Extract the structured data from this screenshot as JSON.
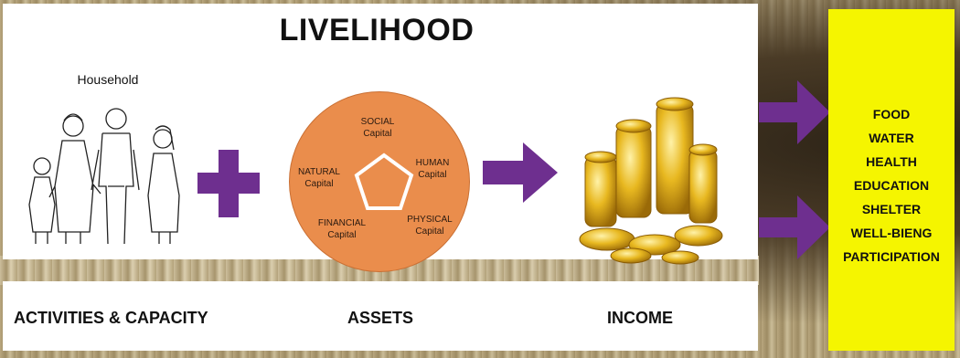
{
  "title": "LIVELIHOOD",
  "household_label": "Household",
  "assets_circle": {
    "social": [
      "SOCIAL",
      "Capital"
    ],
    "human": [
      "HUMAN",
      "Capital"
    ],
    "natural": [
      "NATURAL",
      "Capital"
    ],
    "financial": [
      "FINANCIAL",
      "Capital"
    ],
    "physical": [
      "PHYSICAL",
      "Capital"
    ]
  },
  "bottom_labels": {
    "activities": "ACTIVITIES & CAPACITY",
    "assets": "ASSETS",
    "income": "INCOME"
  },
  "outcomes": [
    "FOOD",
    "WATER",
    "HEALTH",
    "EDUCATION",
    "SHELTER",
    "WELL-BIENG",
    "PARTICIPATION"
  ],
  "colors": {
    "arrow_purple": "#6e2f8f",
    "circle_orange": "#ea8d4c",
    "outcomes_yellow": "#f5f500"
  },
  "icons": [
    "family-illustration",
    "plus-icon",
    "pentagon-icon",
    "right-arrow-icon",
    "gold-coins-illustration"
  ]
}
